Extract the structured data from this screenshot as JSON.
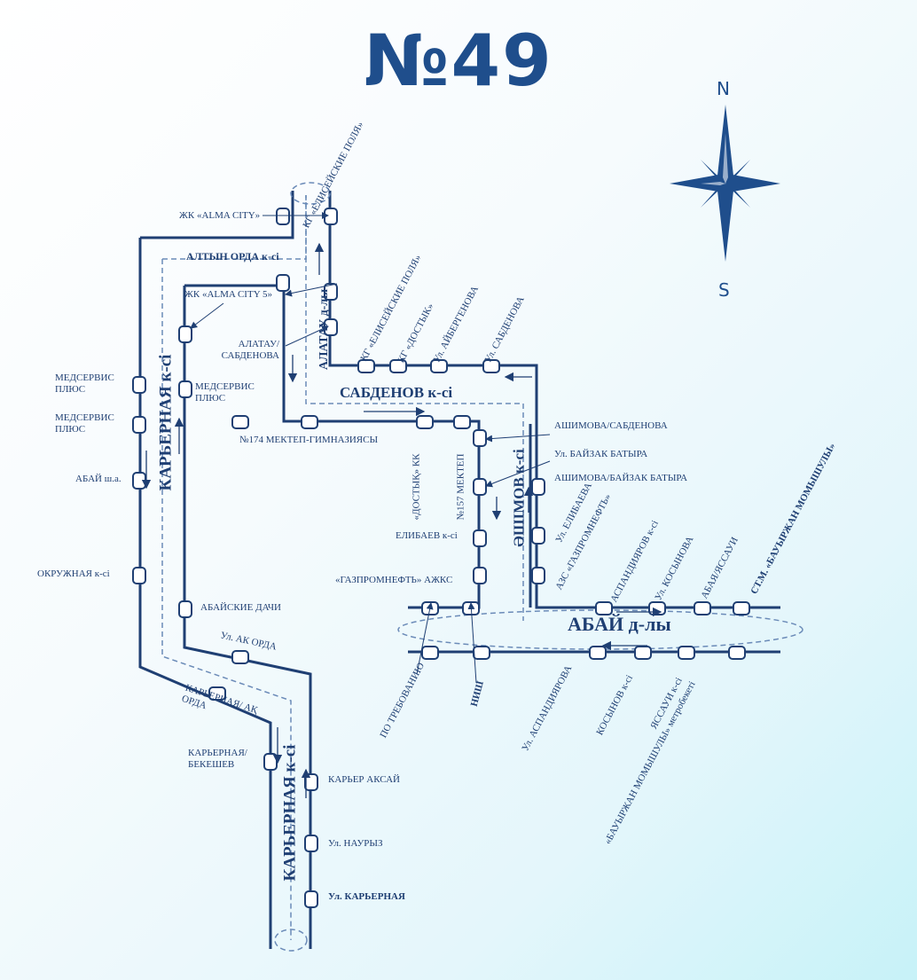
{
  "title": "№49",
  "compass": {
    "north": "N",
    "south": "S",
    "color": "#1f4e8c"
  },
  "colors": {
    "route_line": "#1f3f73",
    "dash": "#6b8bb8",
    "title": "#1f4e8c"
  },
  "streets": {
    "karyernaya_top": "КАРЬЕРНАЯ к-сі",
    "karyernaya_bottom": "КАРЬЕРНАЯ к-сі",
    "altyn_orda": "АЛТЫН ОРДА к-сі",
    "alatau": "АЛАТАУ д-лы",
    "sabdenov": "САБДЕНОВ к-сі",
    "ashimov": "ӘШІМОВ к-сі",
    "abai": "АБАЙ д-лы"
  },
  "stops": {
    "zhk_alma_city": "ЖК «ALMA CITY»",
    "zhk_alma_city5": "ЖК «ALMA CITY 5»",
    "alatau_sabdenova": "АЛАТАУ/ САБДЕНОВА",
    "medservis_plus_1": "МЕДСЕРВИС ПЛЮС",
    "medservis_plus_2": "МЕДСЕРВИС ПЛЮС",
    "medservis_plus_3": "МЕДСЕРВИС ПЛЮС",
    "abai_sha": "АБАЙ ш.а.",
    "okruzhnaya": "ОКРУЖНАЯ к-сі",
    "abaiskie_dachi": "АБАЙСКИЕ ДАЧИ",
    "ak_orda": "Ул. АК ОРДА",
    "karyernaya_ak_orda": "КАРЬЕРНАЯ/ АҚ ОРДА",
    "karyernaya_bekeshev": "КАРЬЕРНАЯ/ БЕКЕШЕВ",
    "karyer_aksai": "КАРЬЕР АКСАЙ",
    "nauryz": "Ул. НАУРЫЗ",
    "ul_karyernaya": "Ул. КАРЬЕРНАЯ",
    "mektep174": "№174 МЕКТЕП-ГИМНАЗИЯСЫ",
    "kg_elisey_1": "КГ «ЕЛИСЕЙСКИЕ ПОЛЯ»",
    "kg_elisey_2": "КГ «ЕЛИСЕЙСКИЕ ПОЛЯ»",
    "kg_dostyk": "КГ «ДОСТЫК»",
    "ul_aibergenova": "Ул. АЙБЕРГЕНОВА",
    "ul_sabdenova": "Ул. САБДЕНОВА",
    "ashimova_sabdenova": "АШИМОВА/САБДЕНОВА",
    "ul_baizak": "Ул. БАЙЗАК БАТЫРА",
    "ashimova_baizak": "АШИМОВА/БАЙЗАК БАТЫРА",
    "dostyk_kk": "«ДОСТЫҚ» КК",
    "mektep157": "№157 МЕКТЕП",
    "elibaev": "ЕЛИБАЕВ к-сі",
    "gazprom_azhks": "«ГАЗПРОМНЕФТЬ» АЖКС",
    "ul_elibaeva": "Ул. ЕЛИБАЕВА",
    "azs_gazprom": "АЗС «ГАЗПРОМНЕФТЬ»",
    "aspandiyarov": "АСПАНДИЯРОВ к-сі",
    "ul_kosynova": "Ул. КОСЫНОВА",
    "abaya_yassaui": "АБАЯ/ЯССАУИ",
    "st_m_baurzhan": "СТ.М. «БАУЫРЖАН МОМЫШУЛЫ»",
    "po_trebovaniyu": "ПО ТРЕБОВАНИЮ",
    "nish": "НИШ",
    "ul_aspandiyarova": "Ул. АСПАНДИЯРОВА",
    "kosynov": "КОСЫНОВ к-сі",
    "yassaui": "ЯССАУИ к-сі",
    "baurzhan_metro": "«БАУЫРЖАН МОМЫШУЛЫ» метробекеті"
  }
}
